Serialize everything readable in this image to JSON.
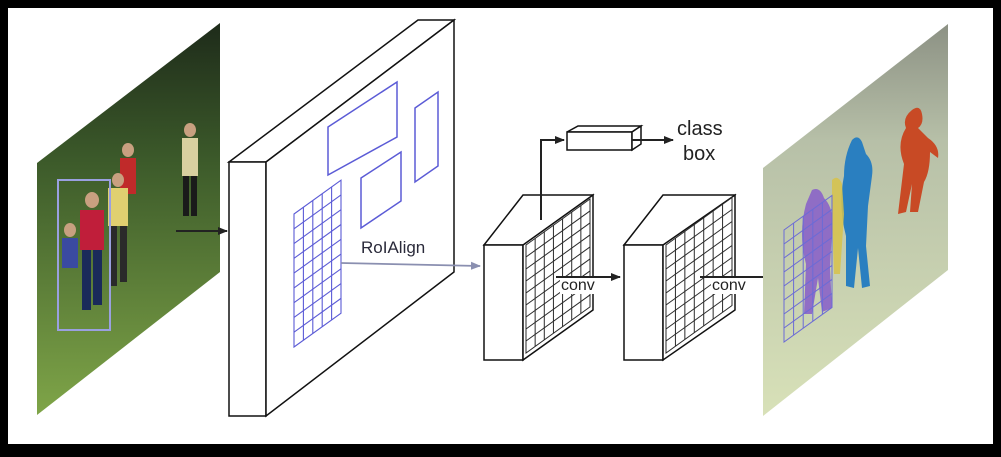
{
  "labels": {
    "roialign": "RoIAlign",
    "class": "class",
    "box": "box",
    "conv_1": "conv",
    "conv_2": "conv"
  },
  "colors": {
    "frame_bg": "#ffffff",
    "outline": "#111111",
    "roi_box": "#5b5bd6",
    "grid": "#2a2a2a",
    "arrow": "#222222",
    "mask_red": "#c84a25",
    "mask_blue": "#2a7fc0",
    "mask_purple": "#8a63c8",
    "grass": "#6e8f3c"
  },
  "icons": {
    "input_image": "soccer-photo",
    "output_image": "segmented-soccer-photo"
  }
}
